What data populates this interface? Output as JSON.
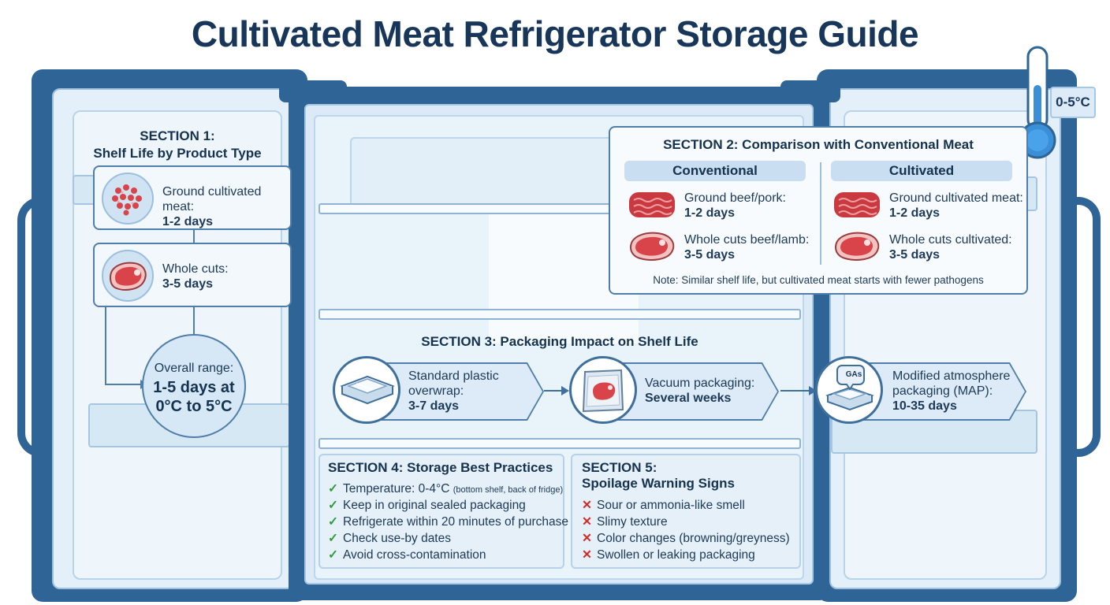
{
  "title": "Cultivated Meat Refrigerator Storage Guide",
  "thermometer": {
    "label": "0-5°C",
    "icon": "thermometer-icon"
  },
  "section1": {
    "title_line1": "SECTION 1:",
    "title_line2": "Shelf Life by Product Type",
    "items": [
      {
        "label": "Ground cultivated meat:",
        "value": "1-2 days",
        "icon": "ground-meat-icon"
      },
      {
        "label": "Whole cuts:",
        "value": "3-5 days",
        "icon": "steak-icon"
      }
    ],
    "overall_label": "Overall range:",
    "overall_value_line1": "1-5 days at",
    "overall_value_line2": "0°C to 5°C"
  },
  "section2": {
    "title": "SECTION 2: Comparison with Conventional Meat",
    "columns": [
      {
        "heading": "Conventional",
        "rows": [
          {
            "label": "Ground beef/pork:",
            "value": "1-2 days",
            "icon": "ground-meat-icon"
          },
          {
            "label": "Whole cuts beef/lamb:",
            "value": "3-5 days",
            "icon": "steak-icon"
          }
        ]
      },
      {
        "heading": "Cultivated",
        "rows": [
          {
            "label": "Ground cultivated meat:",
            "value": "1-2 days",
            "icon": "ground-meat-icon"
          },
          {
            "label": "Whole cuts cultivated:",
            "value": "3-5 days",
            "icon": "steak-icon"
          }
        ]
      }
    ],
    "note": "Note: Similar shelf life, but cultivated meat starts with fewer pathogens"
  },
  "section3": {
    "title": "SECTION 3: Packaging Impact on Shelf Life",
    "steps": [
      {
        "label_line1": "Standard plastic",
        "label_line2": "overwrap:",
        "value": "3-7 days",
        "icon": "plastic-tray-icon"
      },
      {
        "label_line1": "Vacuum packaging:",
        "label_line2": "",
        "value": "Several weeks",
        "icon": "vacuum-pack-icon"
      },
      {
        "label_line1": "Modified atmosphere",
        "label_line2": "packaging (MAP):",
        "value": "10-35 days",
        "icon": "map-tray-icon",
        "gas_label": "GAs"
      }
    ]
  },
  "section4": {
    "title": "SECTION 4: Storage Best Practices",
    "items": [
      {
        "text": "Temperature: 0-4°C",
        "note": "(bottom shelf, back of fridge)"
      },
      {
        "text": "Keep in original sealed packaging",
        "note": ""
      },
      {
        "text": "Refrigerate within 20 minutes of purchase",
        "note": ""
      },
      {
        "text": "Check use-by dates",
        "note": ""
      },
      {
        "text": "Avoid cross-contamination",
        "note": ""
      }
    ]
  },
  "section5": {
    "title_line1": "SECTION 5:",
    "title_line2": "Spoilage Warning Signs",
    "items": [
      "Sour or ammonia-like smell",
      "Slimy texture",
      "Color changes (browning/greyness)",
      "Swollen or leaking packaging"
    ]
  },
  "colors": {
    "fridge": "#2f6496",
    "interior": "#e4f0f9",
    "card_border": "#4e7ea9",
    "check": "#2e9a3e",
    "cross": "#cc2d2d",
    "meat": "#d8444a"
  }
}
